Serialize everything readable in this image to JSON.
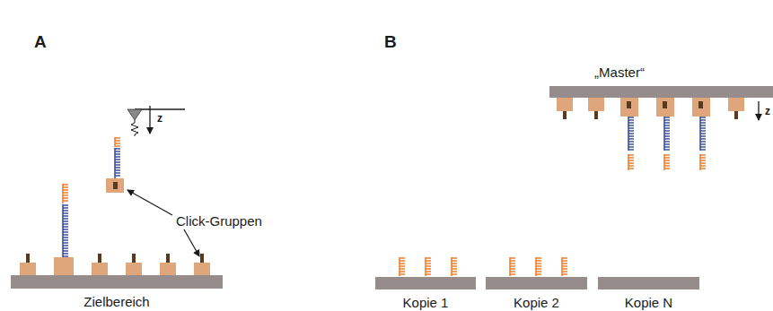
{
  "diagram": {
    "nodes": [
      {
        "text": [
          "Zielbereich"
        ]
      },
      {
        "text": [
          "„Master“"
        ]
      },
      {
        "text": [
          "Kopie 1"
        ]
      },
      {
        "text": [
          "Kopie 2"
        ]
      },
      {
        "text": [
          "Kopie N"
        ]
      }
    ],
    "labels": [
      "A",
      "z",
      "Click-Gruppen",
      "B",
      "z"
    ]
  }
}
